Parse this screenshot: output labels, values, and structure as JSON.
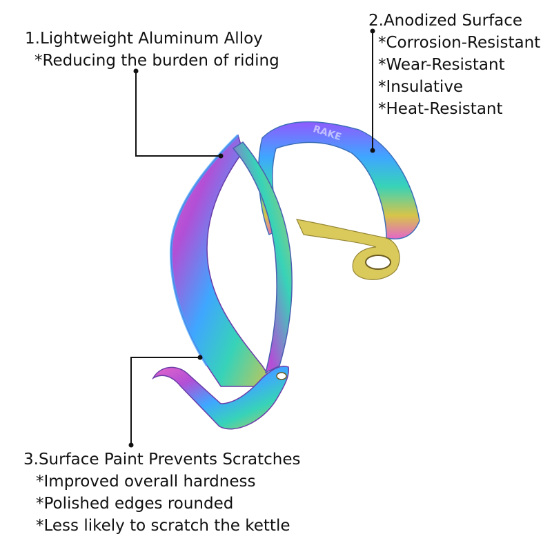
{
  "callouts": {
    "c1": {
      "heading": "1.Lightweight Aluminum Alloy",
      "points": [
        "*Reducing the burden of riding"
      ]
    },
    "c2": {
      "heading": "2.Anodized Surface",
      "points": [
        "*Corrosion-Resistant",
        "*Wear-Resistant",
        "*Insulative",
        "*Heat-Resistant"
      ]
    },
    "c3": {
      "heading": "3.Surface Paint Prevents Scratches",
      "points": [
        "*Improved overall hardness",
        "*Polished edges rounded",
        "*Less likely to scratch the kettle"
      ]
    }
  },
  "product": {
    "engraving": "RAKE"
  },
  "colors": {
    "text": "#111111",
    "leader": "#111111",
    "finish_purple": "#b24fd6",
    "finish_blue": "#3fa6ff",
    "finish_teal": "#37d3b8",
    "finish_gold": "#d7c44a",
    "finish_pink": "#e466c9"
  }
}
